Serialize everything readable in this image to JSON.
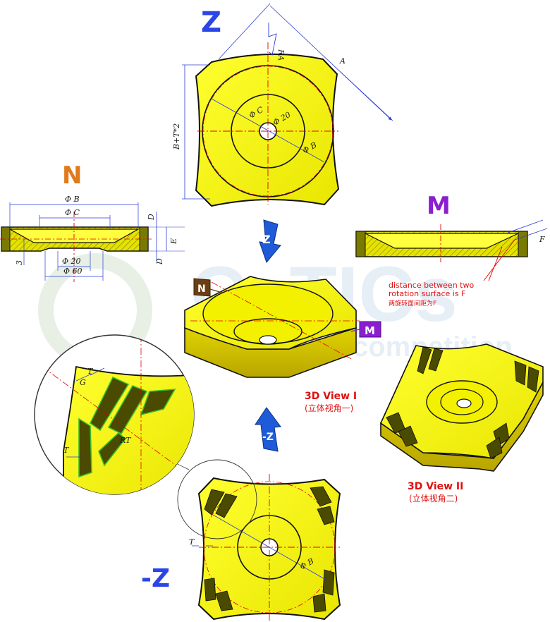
{
  "view_labels": {
    "z": "Z",
    "n": "N",
    "m": "M",
    "neg_z": "-Z"
  },
  "arrows": {
    "top": "Z",
    "bottom": "-Z"
  },
  "flags": {
    "n": "N",
    "m": "M"
  },
  "view_titles": {
    "view1": "3D View I",
    "view1_cn": "(立体视角一)",
    "view2": "3D View II",
    "view2_cn": "(立体视角二)"
  },
  "note": {
    "line1": "distance between two",
    "line2": "rotation surface is F",
    "cn": "两旋转面间距为F"
  },
  "dimensions": {
    "z_view": {
      "a": "A",
      "ra": "RA",
      "b_plus_t2": "B+T*2",
      "phi_c": "Φ C",
      "phi_20": "Φ 20",
      "phi_b": "Φ B"
    },
    "n_view": {
      "phi_b": "Φ B",
      "phi_c": "Φ C",
      "d_top": "D",
      "e": "E",
      "d_bottom": "D",
      "three": "3",
      "phi_20": "Φ 20",
      "phi_60": "Φ 60"
    },
    "m_view": {
      "f": "F"
    },
    "detail": {
      "g": "G",
      "t_top": "T",
      "t_left": "T",
      "rt": "RT"
    },
    "neg_z_view": {
      "t": "T",
      "phi_b": "Φ B"
    }
  },
  "watermark": {
    "text": "CaTICs",
    "sub": "competition"
  },
  "colors": {
    "part_yellow": "#ffff00",
    "part_yellow_dark": "#d6d600",
    "part_side": "#c9b800",
    "outline": "#111111",
    "center_line": "#e00000",
    "dim_line": "#2b3bd6",
    "label_blue": "#2b45e6",
    "label_orange": "#e07a1a",
    "label_purple": "#8a1fd1",
    "title_red": "#e01010",
    "arrow_blue": "#1f5bd8",
    "detail_green": "#3bbf2a"
  }
}
